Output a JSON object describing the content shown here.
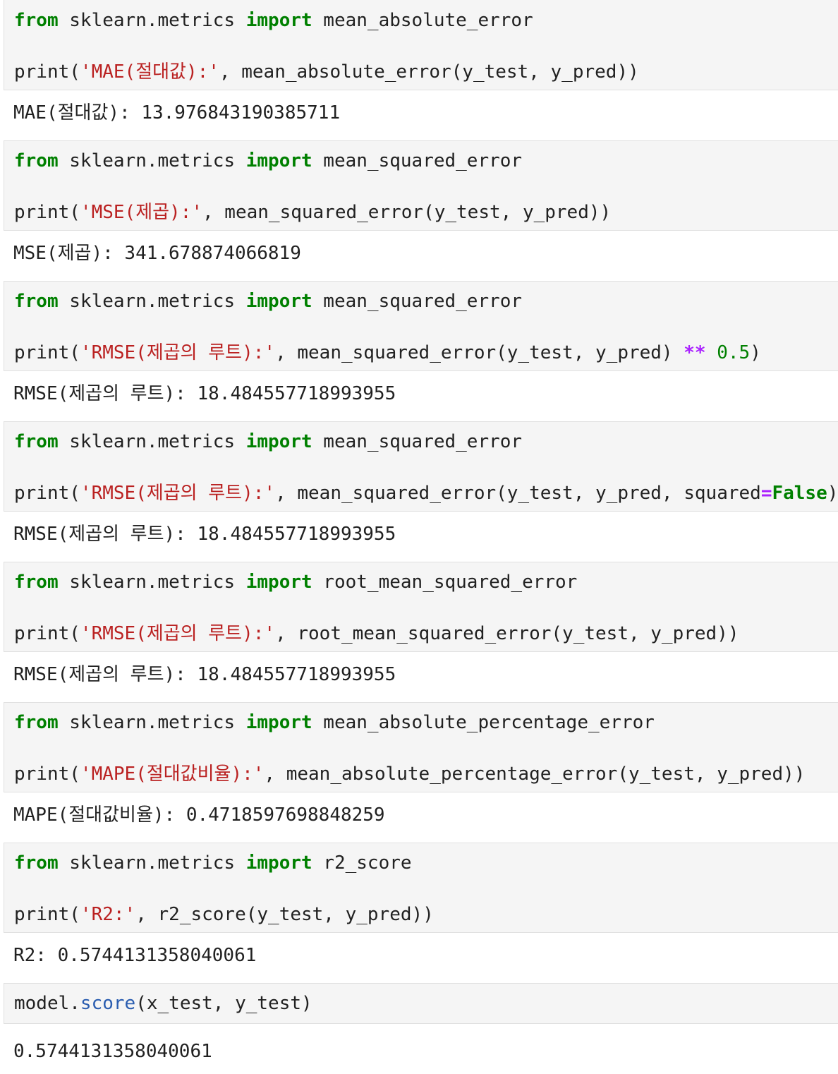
{
  "cells": [
    {
      "code": [
        [
          {
            "t": "from",
            "c": "kw"
          },
          {
            "t": " sklearn.metrics ",
            "c": "plain"
          },
          {
            "t": "import",
            "c": "kw"
          },
          {
            "t": " mean_absolute_error",
            "c": "plain"
          }
        ],
        [
          {
            "t": "print(",
            "c": "plain"
          },
          {
            "t": "'MAE(절대값):'",
            "c": "str"
          },
          {
            "t": ", mean_absolute_error(y_test, y_pred))",
            "c": "plain"
          }
        ]
      ],
      "output": "MAE(절대값): 13.976843190385711"
    },
    {
      "code": [
        [
          {
            "t": "from",
            "c": "kw"
          },
          {
            "t": " sklearn.metrics ",
            "c": "plain"
          },
          {
            "t": "import",
            "c": "kw"
          },
          {
            "t": " mean_squared_error",
            "c": "plain"
          }
        ],
        [
          {
            "t": "print(",
            "c": "plain"
          },
          {
            "t": "'MSE(제곱):'",
            "c": "str"
          },
          {
            "t": ", mean_squared_error(y_test, y_pred))",
            "c": "plain"
          }
        ]
      ],
      "output": "MSE(제곱): 341.678874066819"
    },
    {
      "code": [
        [
          {
            "t": "from",
            "c": "kw"
          },
          {
            "t": " sklearn.metrics ",
            "c": "plain"
          },
          {
            "t": "import",
            "c": "kw"
          },
          {
            "t": " mean_squared_error",
            "c": "plain"
          }
        ],
        [
          {
            "t": "print(",
            "c": "plain"
          },
          {
            "t": "'RMSE(제곱의 루트):'",
            "c": "str"
          },
          {
            "t": ", mean_squared_error(y_test, y_pred) ",
            "c": "plain"
          },
          {
            "t": "**",
            "c": "op"
          },
          {
            "t": " ",
            "c": "plain"
          },
          {
            "t": "0.5",
            "c": "num"
          },
          {
            "t": ")",
            "c": "plain"
          }
        ]
      ],
      "output": "RMSE(제곱의 루트): 18.484557718993955"
    },
    {
      "code": [
        [
          {
            "t": "from",
            "c": "kw"
          },
          {
            "t": " sklearn.metrics ",
            "c": "plain"
          },
          {
            "t": "import",
            "c": "kw"
          },
          {
            "t": " mean_squared_error",
            "c": "plain"
          }
        ],
        [
          {
            "t": "print(",
            "c": "plain"
          },
          {
            "t": "'RMSE(제곱의 루트):'",
            "c": "str"
          },
          {
            "t": ", mean_squared_error(y_test, y_pred, squared",
            "c": "plain"
          },
          {
            "t": "=",
            "c": "op"
          },
          {
            "t": "False",
            "c": "kw"
          },
          {
            "t": "))",
            "c": "plain"
          }
        ]
      ],
      "output": "RMSE(제곱의 루트): 18.484557718993955"
    },
    {
      "code": [
        [
          {
            "t": "from",
            "c": "kw"
          },
          {
            "t": " sklearn.metrics ",
            "c": "plain"
          },
          {
            "t": "import",
            "c": "kw"
          },
          {
            "t": " root_mean_squared_error",
            "c": "plain"
          }
        ],
        [
          {
            "t": "print(",
            "c": "plain"
          },
          {
            "t": "'RMSE(제곱의 루트):'",
            "c": "str"
          },
          {
            "t": ", root_mean_squared_error(y_test, y_pred))",
            "c": "plain"
          }
        ]
      ],
      "output": "RMSE(제곱의 루트): 18.484557718993955"
    },
    {
      "code": [
        [
          {
            "t": "from",
            "c": "kw"
          },
          {
            "t": " sklearn.metrics ",
            "c": "plain"
          },
          {
            "t": "import",
            "c": "kw"
          },
          {
            "t": " mean_absolute_percentage_error",
            "c": "plain"
          }
        ],
        [
          {
            "t": "print(",
            "c": "plain"
          },
          {
            "t": "'MAPE(절대값비율):'",
            "c": "str"
          },
          {
            "t": ", mean_absolute_percentage_error(y_test, y_pred))",
            "c": "plain"
          }
        ]
      ],
      "output": "MAPE(절대값비율): 0.4718597698848259"
    },
    {
      "code": [
        [
          {
            "t": "from",
            "c": "kw"
          },
          {
            "t": " sklearn.metrics ",
            "c": "plain"
          },
          {
            "t": "import",
            "c": "kw"
          },
          {
            "t": " r2_score",
            "c": "plain"
          }
        ],
        [
          {
            "t": "print(",
            "c": "plain"
          },
          {
            "t": "'R2:'",
            "c": "str"
          },
          {
            "t": ", r2_score(y_test, y_pred))",
            "c": "plain"
          }
        ]
      ],
      "output": "R2: 0.5744131358040061"
    },
    {
      "code": [
        [
          {
            "t": "model.",
            "c": "plain"
          },
          {
            "t": "score",
            "c": "attr"
          },
          {
            "t": "(x_test, y_test)",
            "c": "plain"
          }
        ]
      ],
      "output": "0.5744131358040061"
    }
  ],
  "colors": {
    "keyword": "#008000",
    "string": "#ba2121",
    "operator": "#aa22ff",
    "number": "#008000",
    "attribute": "#2a5db0",
    "cell_background": "#f5f5f5",
    "cell_border": "#e0e0e0"
  }
}
